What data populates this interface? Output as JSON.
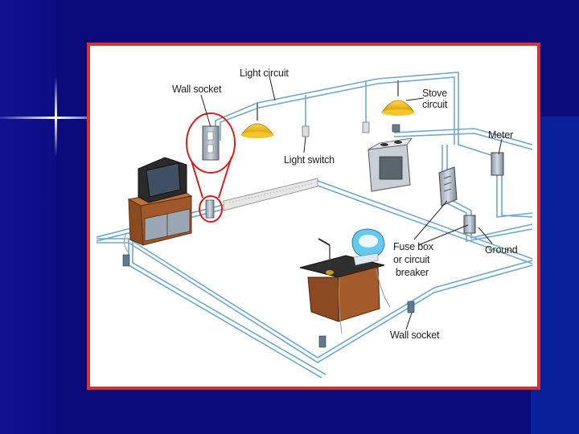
{
  "labels": {
    "light_circuit": "Light circuit",
    "wall_socket_top": "Wall socket",
    "stove_circuit_1": "Stove",
    "stove_circuit_2": "circuit",
    "meter": "Meter",
    "light_switch": "Light switch",
    "fuse_box_1": "Fuse box",
    "fuse_box_2": "or circuit",
    "fuse_box_3": "breaker",
    "ground": "Ground",
    "wall_socket_bottom": "Wall socket"
  },
  "colors": {
    "background": "#0a0a7a",
    "frame_border": "#d93030",
    "wire": "#7fb5d6",
    "lamp": "#f0c020",
    "wood": "#a0522d"
  }
}
